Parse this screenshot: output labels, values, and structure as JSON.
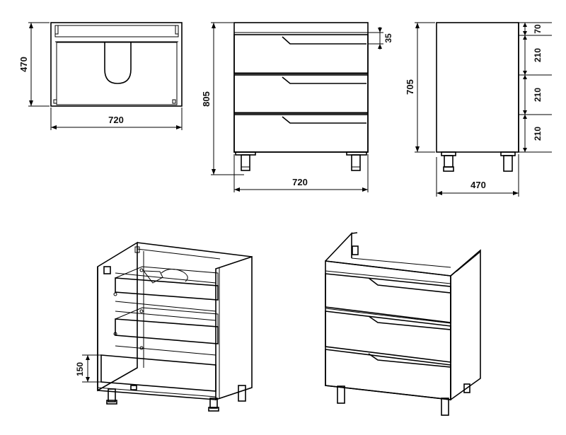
{
  "dimensions": {
    "top_view": {
      "depth": "470",
      "width": "720"
    },
    "front_view": {
      "height": "805",
      "width": "720",
      "drawer_gap": "35"
    },
    "side_view": {
      "height": "705",
      "depth": "470",
      "seg_top": "70",
      "seg_1": "210",
      "seg_2": "210",
      "seg_3": "210"
    },
    "iso_open": {
      "bottom_clearance": "150"
    }
  }
}
